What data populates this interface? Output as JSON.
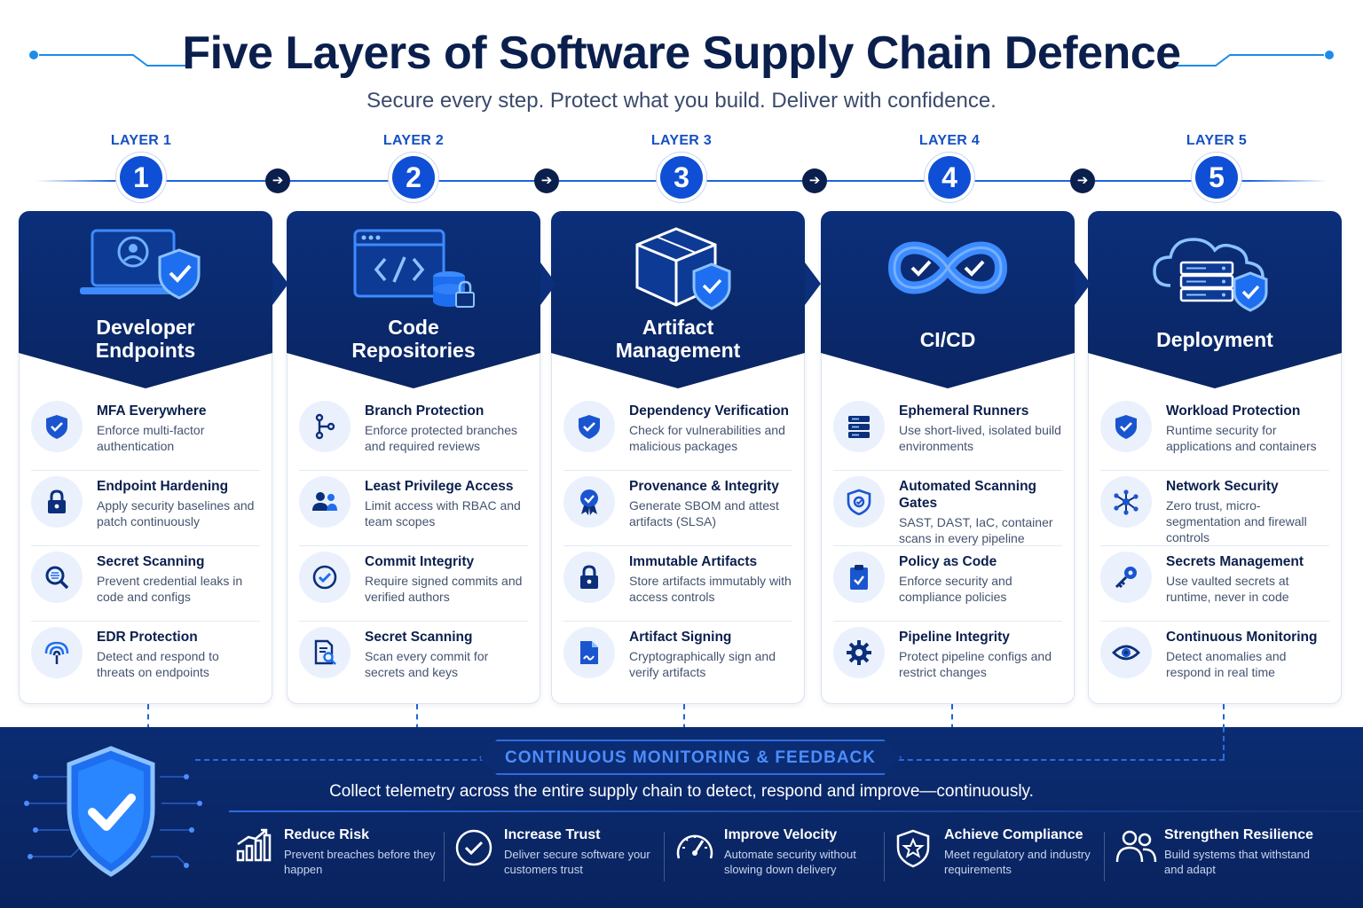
{
  "header": {
    "title": "Five Layers of Software Supply Chain Defence",
    "subtitle": "Secure every step. Protect what you build. Deliver with confidence."
  },
  "layers": [
    {
      "label": "LAYER 1",
      "number": "1",
      "title": "Developer Endpoints",
      "icon": "laptop-shield-icon",
      "items": [
        {
          "icon": "shield-check-icon",
          "title": "MFA Everywhere",
          "desc": "Enforce multi-factor authentication"
        },
        {
          "icon": "lock-icon",
          "title": "Endpoint Hardening",
          "desc": "Apply security baselines and patch continuously"
        },
        {
          "icon": "scan-search-icon",
          "title": "Secret Scanning",
          "desc": "Prevent credential leaks in code and configs"
        },
        {
          "icon": "fingerprint-icon",
          "title": "EDR Protection",
          "desc": "Detect and respond to threats on endpoints"
        }
      ]
    },
    {
      "label": "LAYER 2",
      "number": "2",
      "title": "Code Repositories",
      "icon": "code-window-database-icon",
      "items": [
        {
          "icon": "branch-icon",
          "title": "Branch Protection",
          "desc": "Enforce protected branches and required reviews"
        },
        {
          "icon": "users-icon",
          "title": "Least Privilege Access",
          "desc": "Limit access with RBAC and team scopes"
        },
        {
          "icon": "check-circle-icon",
          "title": "Commit Integrity",
          "desc": "Require signed commits and verified authors"
        },
        {
          "icon": "document-search-icon",
          "title": "Secret Scanning",
          "desc": "Scan every commit for secrets and keys"
        }
      ]
    },
    {
      "label": "LAYER 3",
      "number": "3",
      "title": "Artifact Management",
      "icon": "package-shield-icon",
      "items": [
        {
          "icon": "shield-check-icon",
          "title": "Dependency Verification",
          "desc": "Check for vulnerabilities and malicious packages"
        },
        {
          "icon": "badge-icon",
          "title": "Provenance & Integrity",
          "desc": "Generate SBOM and attest artifacts (SLSA)"
        },
        {
          "icon": "lock-icon",
          "title": "Immutable Artifacts",
          "desc": "Store artifacts immutably with access controls"
        },
        {
          "icon": "signed-document-icon",
          "title": "Artifact Signing",
          "desc": "Cryptographically sign and verify artifacts"
        }
      ]
    },
    {
      "label": "LAYER 4",
      "number": "4",
      "title": "CI/CD",
      "icon": "infinity-loop-icon",
      "items": [
        {
          "icon": "server-icon",
          "title": "Ephemeral Runners",
          "desc": "Use short-lived, isolated build environments"
        },
        {
          "icon": "shield-scan-icon",
          "title": "Automated Scanning Gates",
          "desc": "SAST, DAST, IaC, container scans in every pipeline"
        },
        {
          "icon": "clipboard-check-icon",
          "title": "Policy as Code",
          "desc": "Enforce security and compliance policies"
        },
        {
          "icon": "gear-icon",
          "title": "Pipeline Integrity",
          "desc": "Protect pipeline configs and restrict changes"
        }
      ]
    },
    {
      "label": "LAYER 5",
      "number": "5",
      "title": "Deployment",
      "icon": "cloud-server-shield-icon",
      "items": [
        {
          "icon": "shield-check-icon",
          "title": "Workload Protection",
          "desc": "Runtime security for applications and containers"
        },
        {
          "icon": "network-icon",
          "title": "Network Security",
          "desc": "Zero trust, micro-segmentation and firewall controls"
        },
        {
          "icon": "key-icon",
          "title": "Secrets Management",
          "desc": "Use vaulted secrets at runtime, never in code"
        },
        {
          "icon": "eye-icon",
          "title": "Continuous Monitoring",
          "desc": "Detect anomalies and respond in real time"
        }
      ]
    }
  ],
  "monitoring": {
    "title": "CONTINUOUS MONITORING & FEEDBACK",
    "subtitle": "Collect telemetry across the entire supply chain to detect, respond and improve—continuously.",
    "benefits": [
      {
        "icon": "bar-chart-icon",
        "title": "Reduce Risk",
        "desc": "Prevent breaches before they happen"
      },
      {
        "icon": "check-circle-icon",
        "title": "Increase Trust",
        "desc": "Deliver secure software your customers trust"
      },
      {
        "icon": "speedometer-icon",
        "title": "Improve Velocity",
        "desc": "Automate security without slowing down delivery"
      },
      {
        "icon": "shield-star-icon",
        "title": "Achieve Compliance",
        "desc": "Meet regulatory and industry requirements"
      },
      {
        "icon": "people-icon",
        "title": "Strengthen Resilience",
        "desc": "Build systems that withstand and adapt"
      }
    ]
  },
  "colors": {
    "navy": "#0a2563",
    "accent": "#0f4fd6",
    "light_accent": "#4d8dff",
    "icon_bg": "#eaf1fd"
  }
}
